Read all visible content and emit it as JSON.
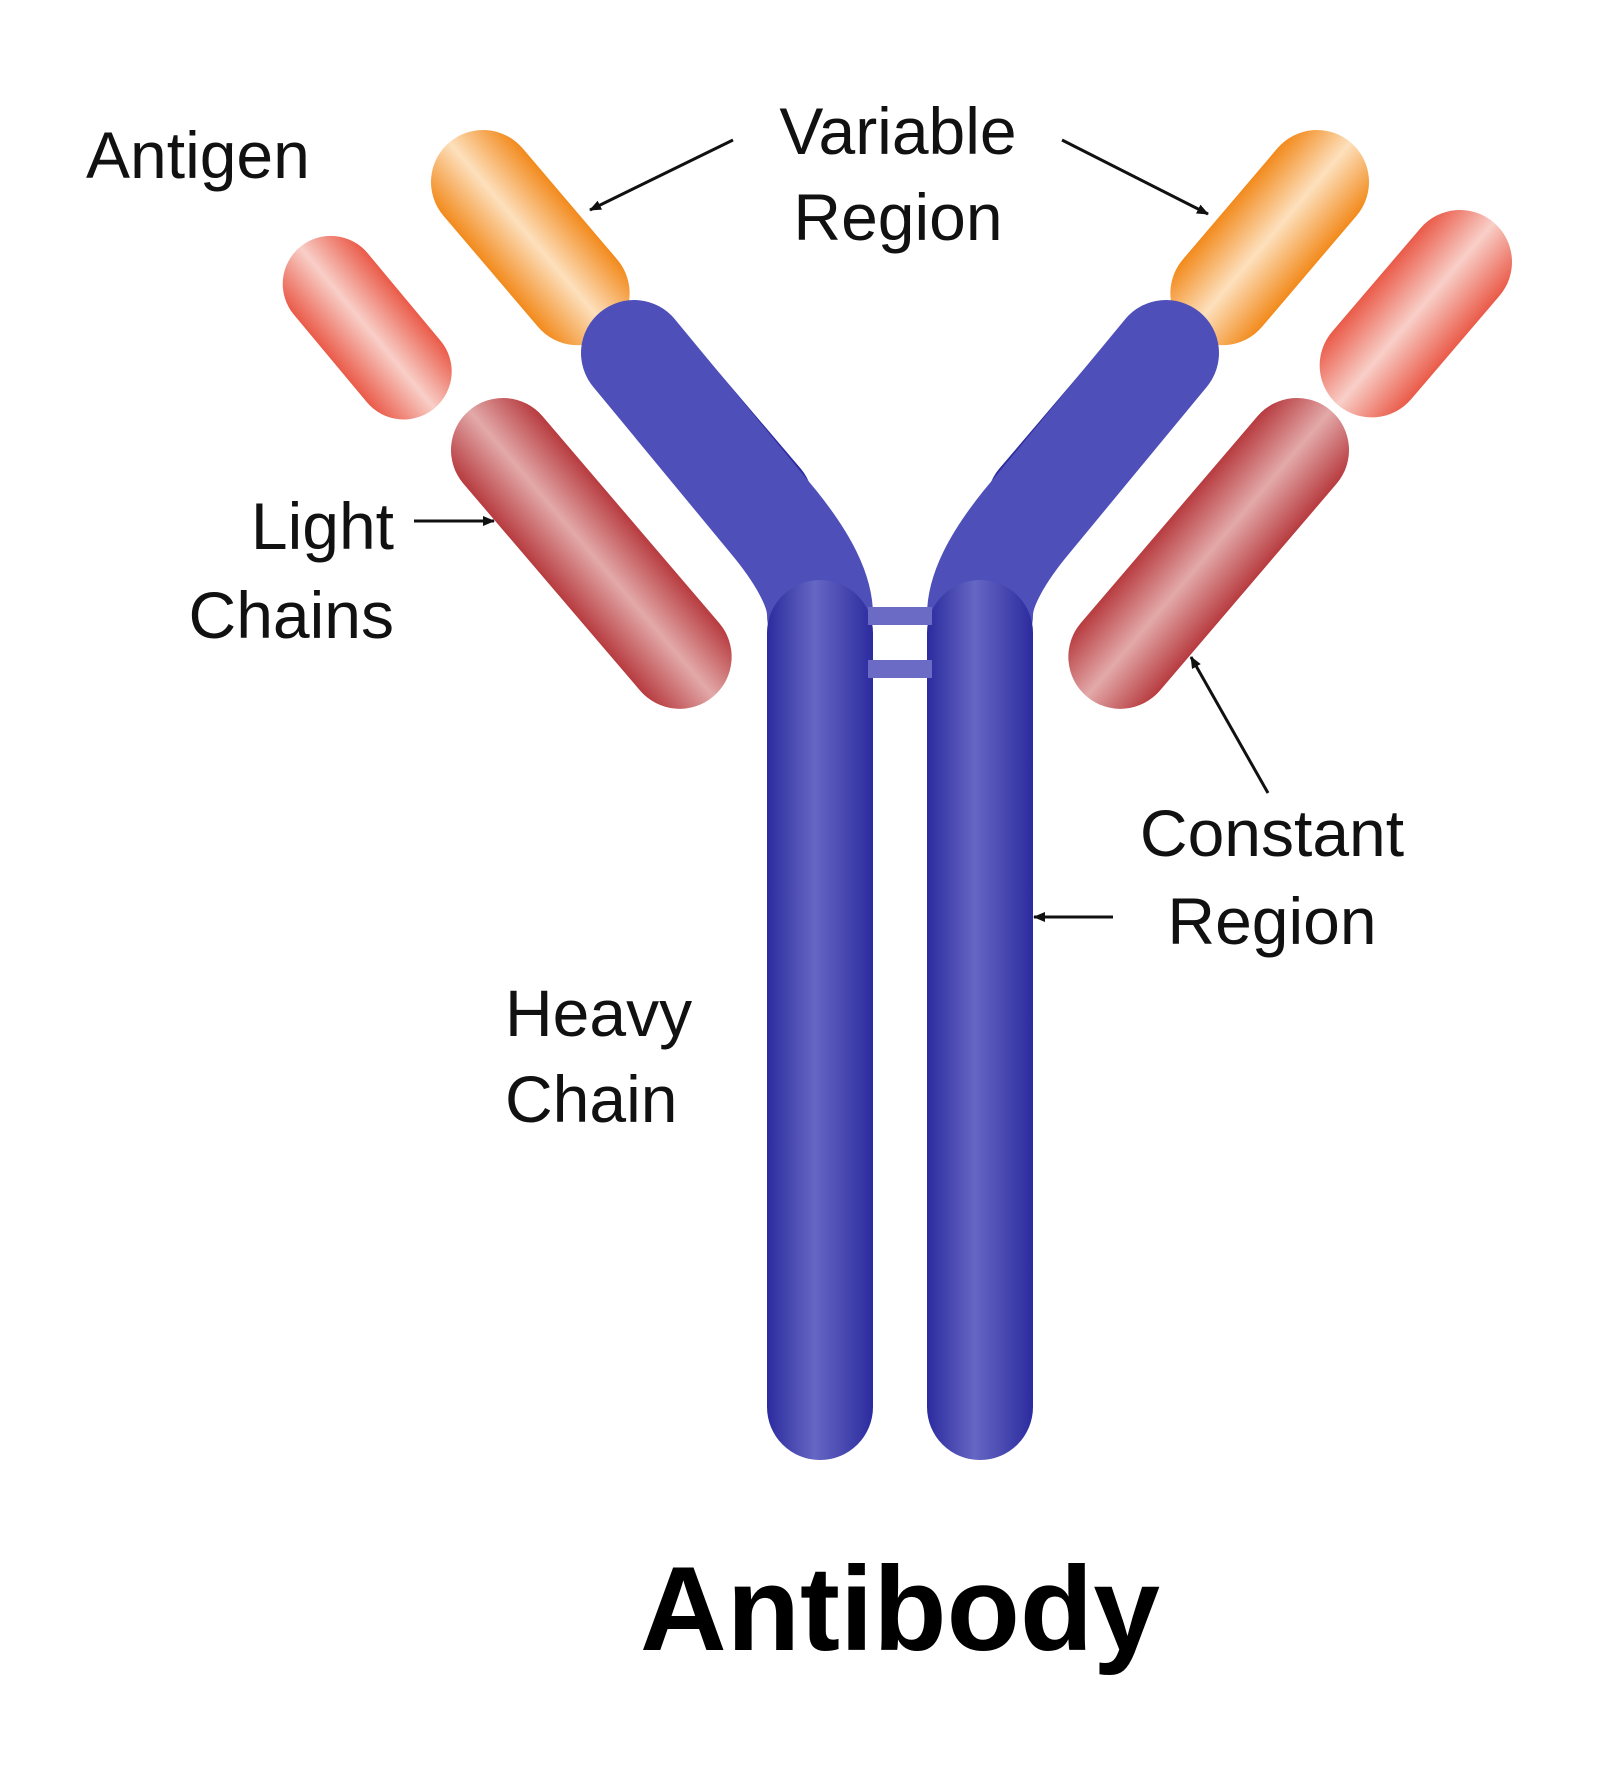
{
  "title": "Antibody",
  "labels": {
    "antigen": "Antigen",
    "variable_region": [
      "Variable",
      "Region"
    ],
    "light_chains": [
      "Light",
      "Chains"
    ],
    "constant_region": [
      "Constant",
      "Region"
    ],
    "heavy_chain": [
      "Heavy",
      "Chain"
    ]
  },
  "colors": {
    "heavy_chain": "#4b4fb8",
    "heavy_chain_dark": "#2a2a9c",
    "light_chain_constant": "#c84a4a",
    "light_chain_variable": "#f07a5e",
    "heavy_chain_variable": "#f7952e",
    "text": "#111111"
  }
}
